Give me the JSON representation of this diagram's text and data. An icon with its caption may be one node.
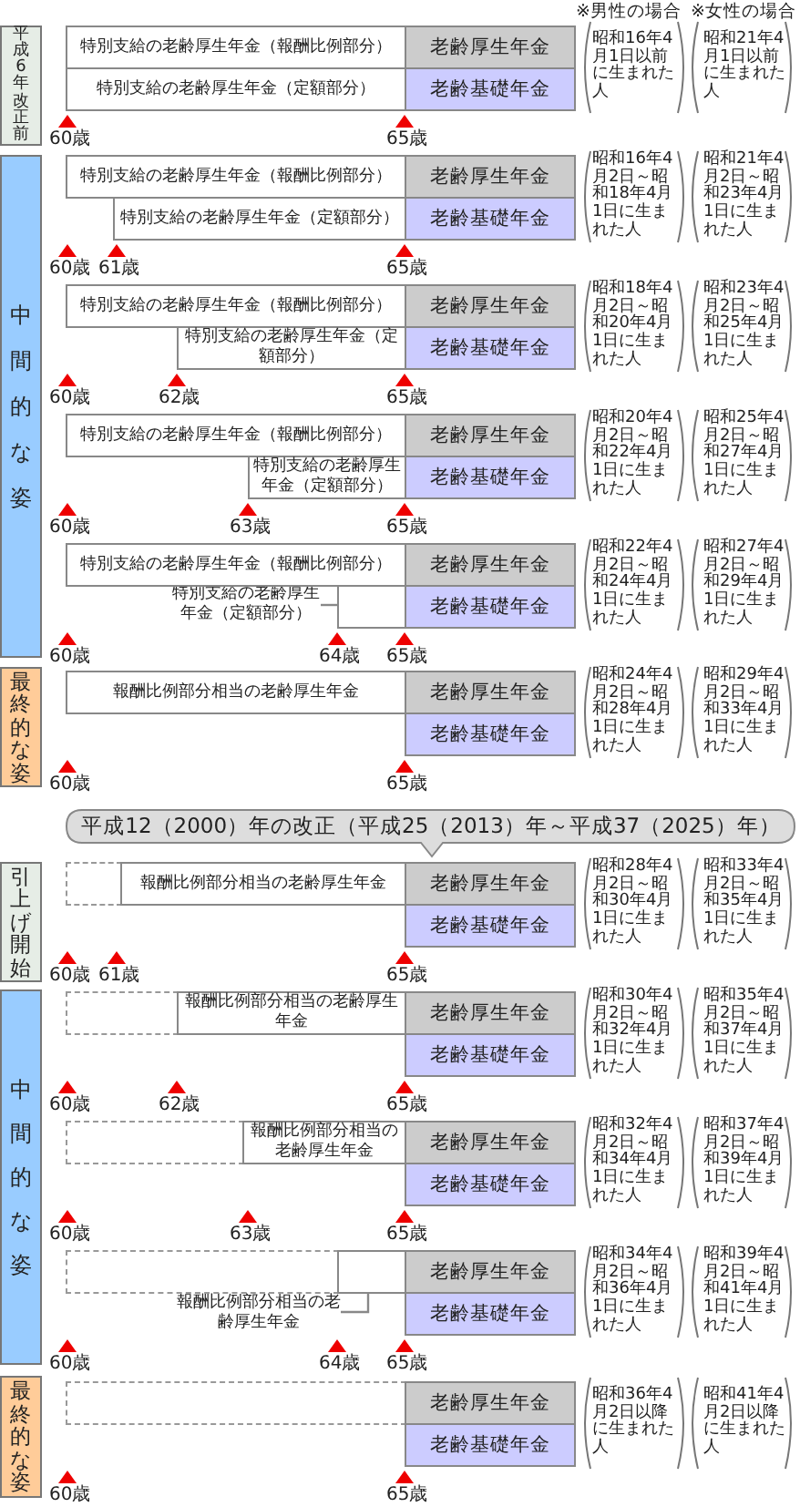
{
  "diagram": {
    "nodes": [
      {
        "text": [
          "平成6年改正前"
        ]
      },
      {
        "text": [
          "特別支給の老齢厚生年金（報酬比例部分）"
        ]
      },
      {
        "text": [
          "老齢厚生年金"
        ]
      },
      {
        "text": [
          "特別支給の老齢厚生年金（定額部分）"
        ]
      },
      {
        "text": [
          "老齢基礎年金"
        ]
      },
      {
        "text": [
          "中間的な姿"
        ]
      },
      {
        "text": [
          "特別支給の老齢厚生年金（報酬比例部分）"
        ]
      },
      {
        "text": [
          "老齢厚生年金"
        ]
      },
      {
        "text": [
          "特別支給の老齢厚生年金（定額部分）"
        ]
      },
      {
        "text": [
          "老齢基礎年金"
        ]
      },
      {
        "text": [
          "特別支給の老齢厚生年金（報酬比例部分）"
        ]
      },
      {
        "text": [
          "老齢厚生年金"
        ]
      },
      {
        "text": [
          "特別支給の老齢厚生年金（定額部分）"
        ]
      },
      {
        "text": [
          "老齢基礎年金"
        ]
      },
      {
        "text": [
          "特別支給の老齢厚生年金（報酬比例部分）"
        ]
      },
      {
        "text": [
          "老齢厚生年金"
        ]
      },
      {
        "text": [
          "特別支給の老齢厚生年金（定額部分）"
        ]
      },
      {
        "text": [
          "老齢基礎年金"
        ]
      },
      {
        "text": [
          "特別支給の老齢厚生年金（報酬比例部分）"
        ]
      },
      {
        "text": [
          "老齢厚生年金"
        ]
      },
      {
        "text": [],
        "shape": "box"
      },
      {
        "text": [
          "老齢基礎年金"
        ]
      },
      {
        "text": [
          "最終的な姿"
        ]
      },
      {
        "text": [
          "報酬比例部分相当の老齢厚生年金"
        ]
      },
      {
        "text": [
          "老齢厚生年金"
        ]
      },
      {
        "text": [
          "老齢基礎年金"
        ]
      },
      {
        "text": [
          "平成12（2000）年の改正（平成25（2013）年～平成37（2025）年）"
        ]
      },
      {
        "text": [
          "引上げ開始"
        ]
      },
      {
        "text": [],
        "shape": "box"
      },
      {
        "text": [
          "報酬比例部分相当の老齢厚生年金"
        ]
      },
      {
        "text": [
          "老齢厚生年金"
        ]
      },
      {
        "text": [
          "老齢基礎年金"
        ]
      },
      {
        "text": [
          "中間的な姿"
        ]
      },
      {
        "text": [],
        "shape": "box"
      },
      {
        "text": [
          "報酬比例部分相当の老齢厚生年金"
        ]
      },
      {
        "text": [
          "老齢厚生年金"
        ]
      },
      {
        "text": [
          "老齢基礎年金"
        ]
      },
      {
        "text": [],
        "shape": "box"
      },
      {
        "text": [
          "報酬比例部分相当の老齢厚生年金"
        ]
      },
      {
        "text": [
          "老齢厚生年金"
        ]
      },
      {
        "text": [
          "老齢基礎年金"
        ]
      },
      {
        "text": [],
        "shape": "box"
      },
      {
        "text": [],
        "shape": "box"
      },
      {
        "text": [
          "老齢厚生年金"
        ]
      },
      {
        "text": [
          "老齢基礎年金"
        ]
      },
      {
        "text": [
          "最終的な姿"
        ]
      },
      {
        "text": [],
        "shape": "box"
      },
      {
        "text": [
          "老齢厚生年金"
        ]
      },
      {
        "text": [
          "老齢基礎年金"
        ]
      },
      {
        "text": [
          "特別支給の老齢厚生年金（定額部分）"
        ]
      },
      {
        "text": [
          "報酬比例部分相当の老齢厚生年金"
        ]
      }
    ],
    "edges": [
      {
        "from": 49,
        "to": 20,
        "arrow": "none"
      },
      {
        "from": 50,
        "to": 42,
        "arrow": "none"
      }
    ],
    "labels": [
      "※男性の場合",
      "※女性の場合",
      "昭和16年4月1日以前に生まれた人",
      "昭和21年4月1日以前に生まれた人",
      "60歳",
      "65歳",
      "昭和16年4月2日～昭和18年4月1日に生まれた人",
      "昭和21年4月2日～昭和23年4月1日に生まれた人",
      "60歳",
      "61歳",
      "65歳",
      "昭和18年4月2日～昭和20年4月1日に生まれた人",
      "昭和23年4月2日～昭和25年4月1日に生まれた人",
      "60歳",
      "62歳",
      "65歳",
      "昭和20年4月2日～昭和22年4月1日に生まれた人",
      "昭和25年4月2日～昭和27年4月1日に生まれた人",
      "60歳",
      "63歳",
      "65歳",
      "昭和22年4月2日～昭和24年4月1日に生まれた人",
      "昭和27年4月2日～昭和29年4月1日に生まれた人",
      "60歳",
      "64歳",
      "65歳",
      "昭和24年4月2日～昭和28年4月1日に生まれた人",
      "昭和29年4月2日～昭和33年4月1日に生まれた人",
      "60歳",
      "65歳",
      "昭和28年4月2日～昭和30年4月1日に生まれた人",
      "昭和33年4月2日～昭和35年4月1日に生まれた人",
      "60歳",
      "61歳",
      "65歳",
      "昭和30年4月2日～昭和32年4月1日に生まれた人",
      "昭和35年4月2日～昭和37年4月1日に生まれた人",
      "60歳",
      "62歳",
      "65歳",
      "昭和32年4月2日～昭和34年4月1日に生まれた人",
      "昭和37年4月2日～昭和39年4月1日に生まれた人",
      "60歳",
      "63歳",
      "65歳",
      "昭和34年4月2日～昭和36年4月1日に生まれた人",
      "昭和39年4月2日～昭和41年4月1日に生まれた人",
      "60歳",
      "64歳",
      "65歳",
      "昭和36年4月2日以降に生まれた人",
      "昭和41年4月2日以降に生まれた人",
      "60歳",
      "65歳"
    ]
  }
}
